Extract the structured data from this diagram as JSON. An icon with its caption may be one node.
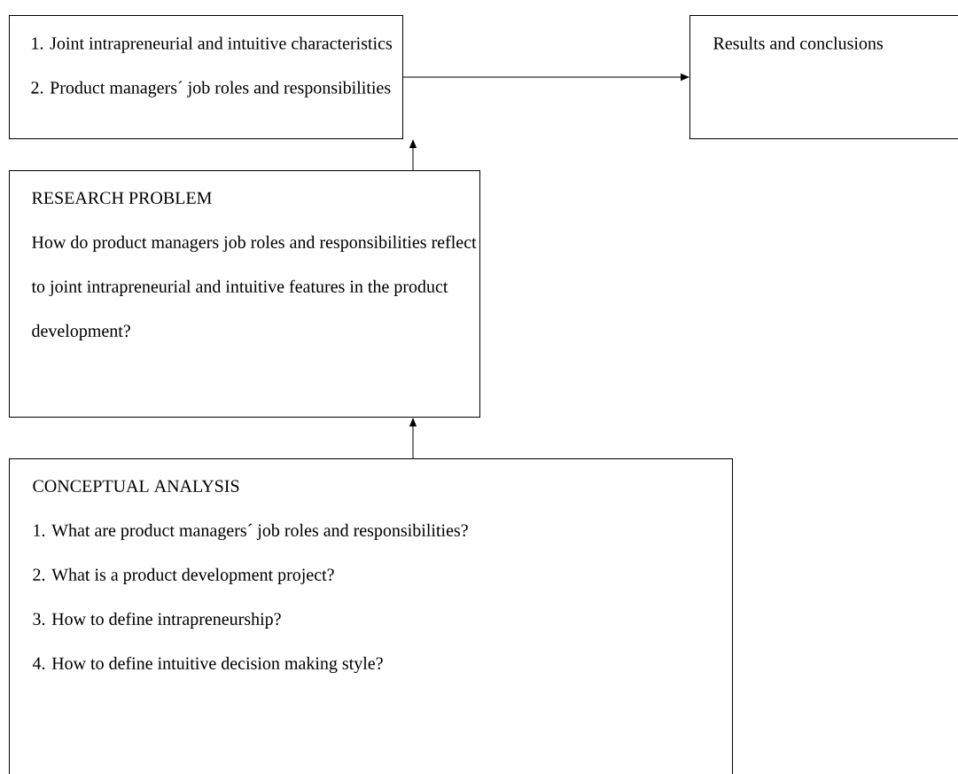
{
  "diagram": {
    "nodes": [
      {
        "text": [
          "1. Joint intrapreneurial and intuitive characteristics",
          "2. Product managers´ job roles and responsibilities"
        ]
      },
      {
        "text": [
          "Results and conclusions"
        ]
      },
      {
        "text": [
          "RESEARCH PROBLEM",
          "How do product managers job roles and responsibilities reflect to joint intrapreneurial and intuitive features in the product development?"
        ]
      },
      {
        "text": [
          "CONCEPTUAL ANALYSIS",
          "1. What are product managers´ job roles and responsibilities?",
          "2. What is a product development project?",
          "3. How to define intrapreneurship?",
          "4. How to define intuitive decision making style?"
        ]
      }
    ],
    "edges": [
      {
        "from": 0,
        "to": 1,
        "arrow": "to"
      },
      {
        "from": 2,
        "to": 0,
        "arrow": "to"
      },
      {
        "from": 3,
        "to": 2,
        "arrow": "to"
      }
    ]
  }
}
